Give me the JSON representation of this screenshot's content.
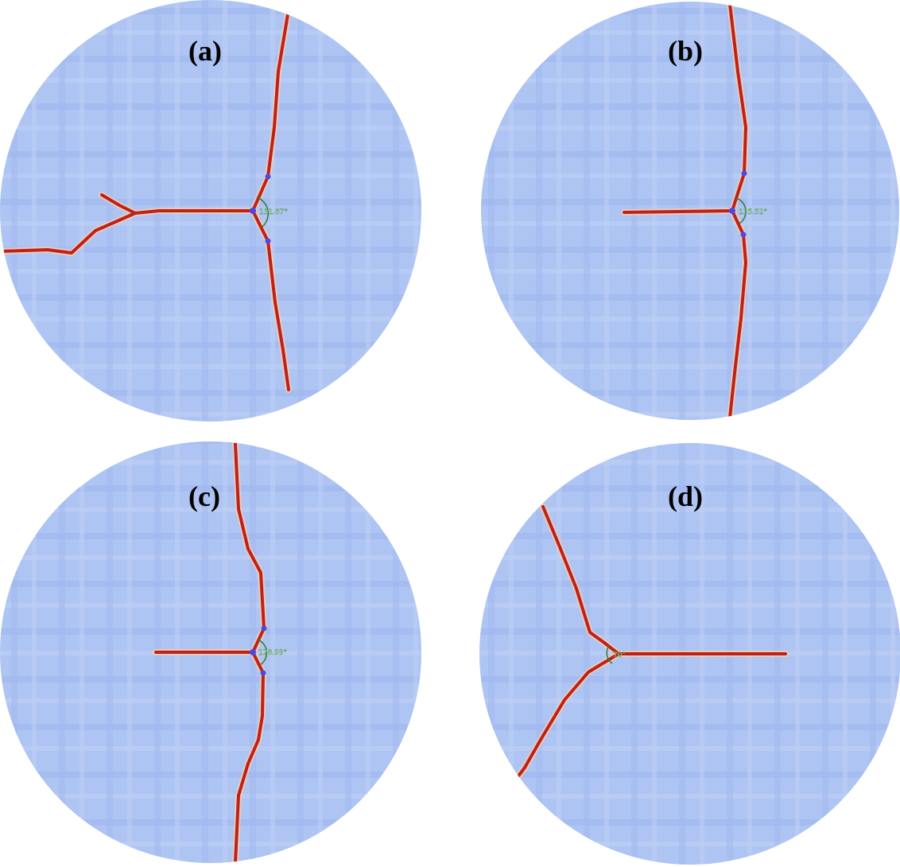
{
  "panels": [
    {
      "label": "(a)",
      "angle": "131.67°"
    },
    {
      "label": "(b)",
      "angle": "135.52°"
    },
    {
      "label": "(c)",
      "angle": "128.99°"
    },
    {
      "label": "(d)",
      "angle": "70°"
    }
  ],
  "colors": {
    "background": "#aec4f2",
    "crack": "#c0201a",
    "marker": "#4a4ae0",
    "arc": "#2e7d32"
  }
}
